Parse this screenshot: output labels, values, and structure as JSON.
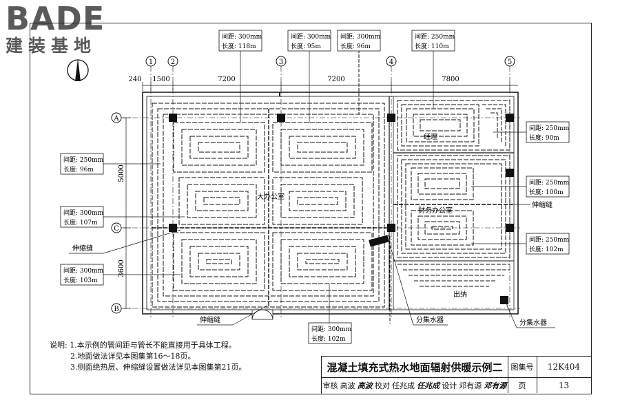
{
  "brand": {
    "logo_word": "BADE",
    "logo_sub": "建装基地"
  },
  "axes": {
    "cols": [
      "1",
      "2",
      "3",
      "4",
      "5"
    ],
    "rows": [
      "A",
      "C",
      "B"
    ]
  },
  "dims": {
    "top": [
      "240",
      "1500",
      "7200",
      "7200",
      "7800"
    ],
    "left": [
      "5000",
      "3600"
    ]
  },
  "rooms": {
    "big_office": "大办公室",
    "manager": "经理",
    "finance": "财务办公室",
    "exit": "出纳"
  },
  "callouts": {
    "c1": {
      "spacing": "间距: 300mm",
      "length": "长度: 118m"
    },
    "c2": {
      "spacing": "间距: 300mm",
      "length": "长度: 95m"
    },
    "c3": {
      "spacing": "间距: 300mm",
      "length": "长度: 96m"
    },
    "c4": {
      "spacing": "间距: 250mm",
      "length": "长度: 110m"
    },
    "c5": {
      "spacing": "间距: 250mm",
      "length": "长度: 96m"
    },
    "c6": {
      "spacing": "间距: 300mm",
      "length": "长度: 107m"
    },
    "c7": {
      "spacing": "间距: 300mm",
      "length": "长度: 103m"
    },
    "c8": {
      "spacing": "间距: 250mm",
      "length": "长度: 90m"
    },
    "c9": {
      "spacing": "间距: 250mm",
      "length": "长度: 100m"
    },
    "c10": {
      "spacing": "间距: 250mm",
      "length": "长度: 102m"
    },
    "c11": {
      "spacing": "间距: 300mm",
      "length": "长度: 102m"
    }
  },
  "labels": {
    "joint": "伸缩缝",
    "manifold": "分集水器"
  },
  "notes": {
    "head": "说明: ",
    "n1": "1.本示例的管间距与管长不能直接用于具体工程。",
    "n2": "2.地面做法详见本图集第16～18页。",
    "n3": "3.侧面绝热层、伸缩缝设置做法详见本图集第21页。"
  },
  "titleblock": {
    "title": "混凝土填充式热水地面辐射供暖示例二",
    "atlas_label": "图集号",
    "atlas_no": "12K404",
    "page_label": "页",
    "page_no": "13",
    "review_label": "审核",
    "review_name": "高波",
    "review_sig": "高波",
    "check_label": "校对",
    "check_name": "任兆成",
    "check_sig": "任兆成",
    "design_label": "设计",
    "design_name": "邓有源",
    "design_sig": "邓有源"
  }
}
